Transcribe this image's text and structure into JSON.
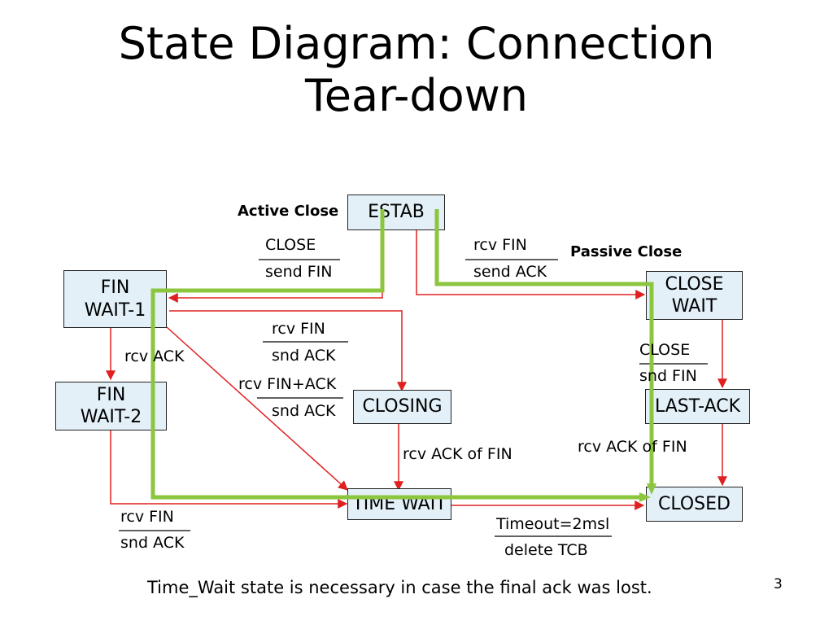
{
  "title_line1": "State Diagram: Connection",
  "title_line2": "Tear-down",
  "side_labels": {
    "active": "Active Close",
    "passive": "Passive Close"
  },
  "states": {
    "estab": "ESTAB",
    "fin_wait_1": [
      "FIN",
      "WAIT-1"
    ],
    "fin_wait_2": [
      "FIN",
      "WAIT-2"
    ],
    "close_wait": [
      "CLOSE",
      "WAIT"
    ],
    "closing": "CLOSING",
    "last_ack": "LAST-ACK",
    "time_wait": "TIME WAIT",
    "closed": "CLOSED"
  },
  "transitions": {
    "estab_to_finwait1": {
      "event": "CLOSE",
      "action": "send FIN"
    },
    "estab_to_closewait": {
      "event": "rcv FIN",
      "action": "send ACK"
    },
    "finwait1_to_closing": {
      "event": "rcv FIN",
      "action": "snd ACK"
    },
    "finwait1_to_finwait2": {
      "event": "rcv ACK"
    },
    "finwait1_to_timewait": {
      "event": "rcv FIN+ACK",
      "action": "snd ACK"
    },
    "closing_to_timewait": {
      "event": "rcv ACK of FIN"
    },
    "closewait_to_lastack": {
      "event": "CLOSE",
      "action": "snd FIN"
    },
    "lastack_to_closed": {
      "event": "rcv ACK of FIN"
    },
    "finwait2_to_timewait": {
      "event": "rcv FIN",
      "action": "snd ACK"
    },
    "timewait_to_closed": {
      "event": "Timeout=2msl",
      "action": "delete TCB"
    }
  },
  "footer_note": "Time_Wait state is necessary in case the final ack was lost.",
  "page_number": "3",
  "colors": {
    "state_fill": "#e3f0f8",
    "transition_arrow": "#e02020",
    "highlight_path": "#8cc63f"
  }
}
